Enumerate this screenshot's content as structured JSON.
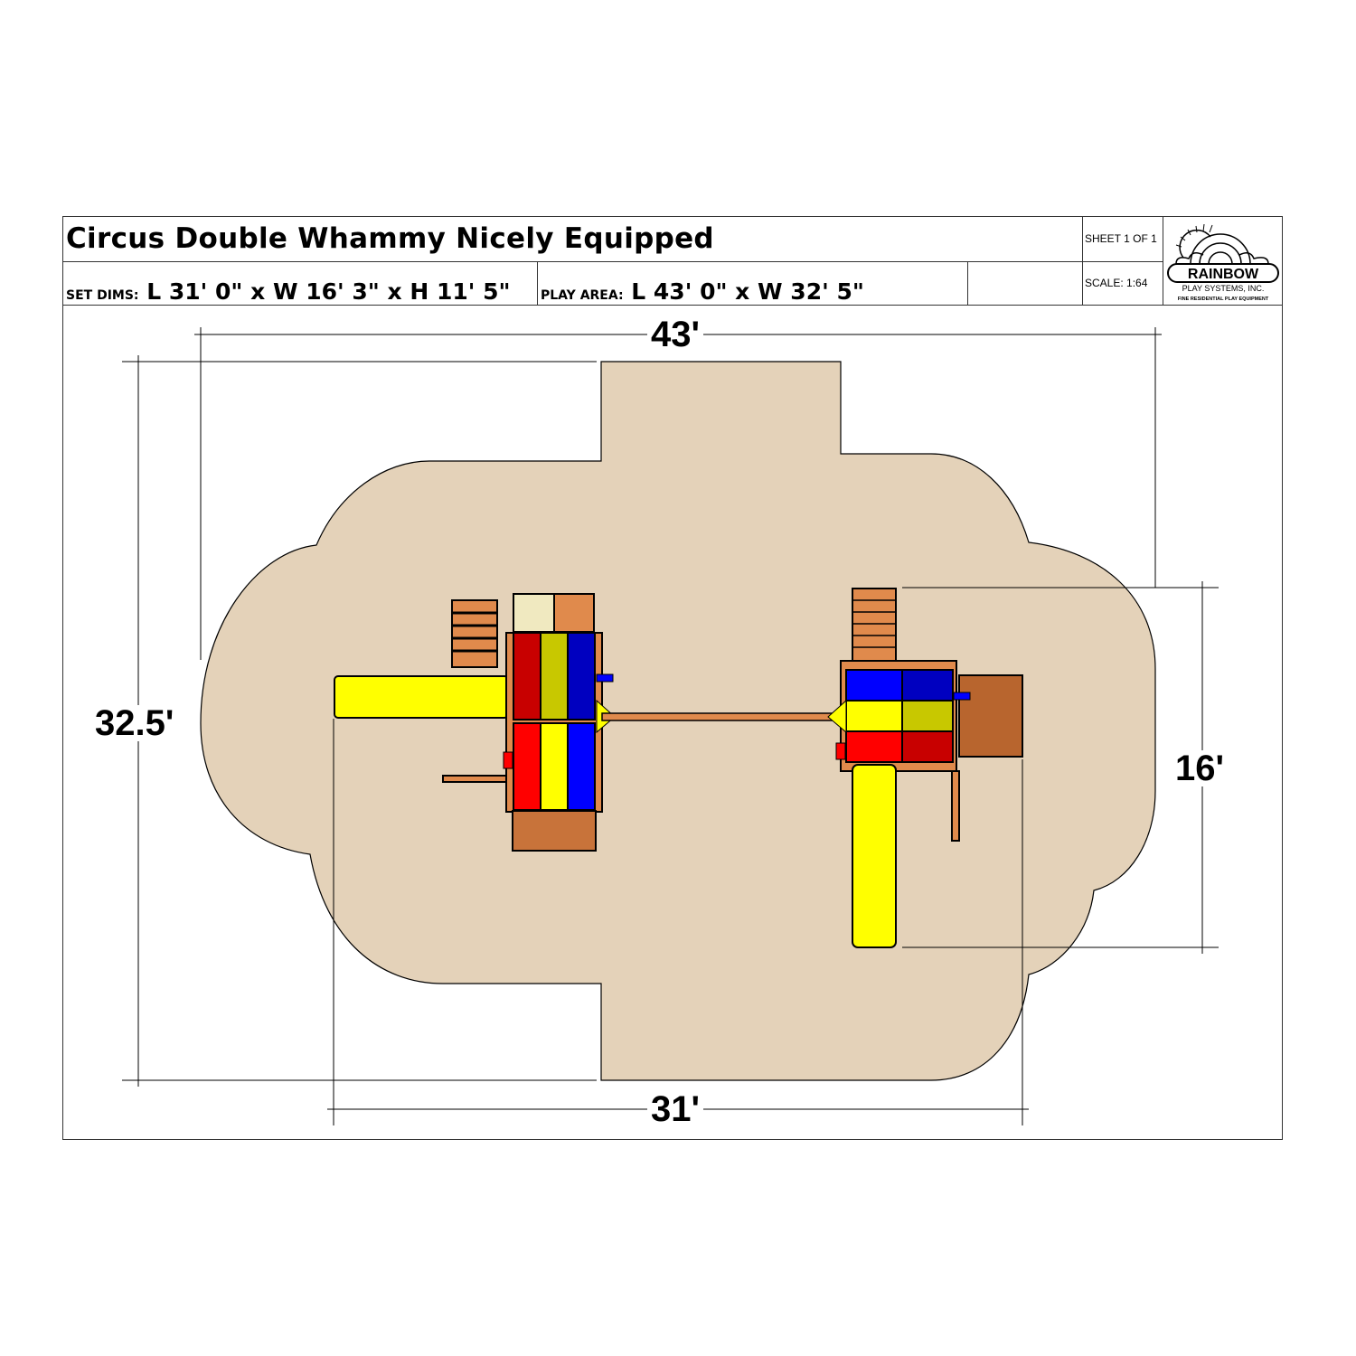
{
  "title_block": {
    "title": "Circus Double Whammy Nicely Equipped",
    "set_dims_label": "SET DIMS:",
    "set_dims_value": "L 31' 0\" x W 16' 3\" x H 11' 5\"",
    "play_area_label": "PLAY AREA:",
    "play_area_value": "L 43' 0\" x W 32' 5\"",
    "sheet": "SHEET 1 OF 1",
    "scale": "SCALE: 1:64",
    "logo": {
      "name": "RAINBOW",
      "sub": "PLAY SYSTEMS, INC.",
      "tagline": "FINE RESIDENTIAL PLAY EQUIPMENT"
    }
  },
  "dimensions": {
    "play_area_length": "43'",
    "play_area_width": "32.5'",
    "set_length": "31'",
    "set_width": "16'"
  },
  "colors": {
    "play_area": "#e4d2b9",
    "wood": "#e08a4c",
    "red": "#ff0000",
    "yellow": "#ffff00",
    "blue": "#0000ff"
  }
}
